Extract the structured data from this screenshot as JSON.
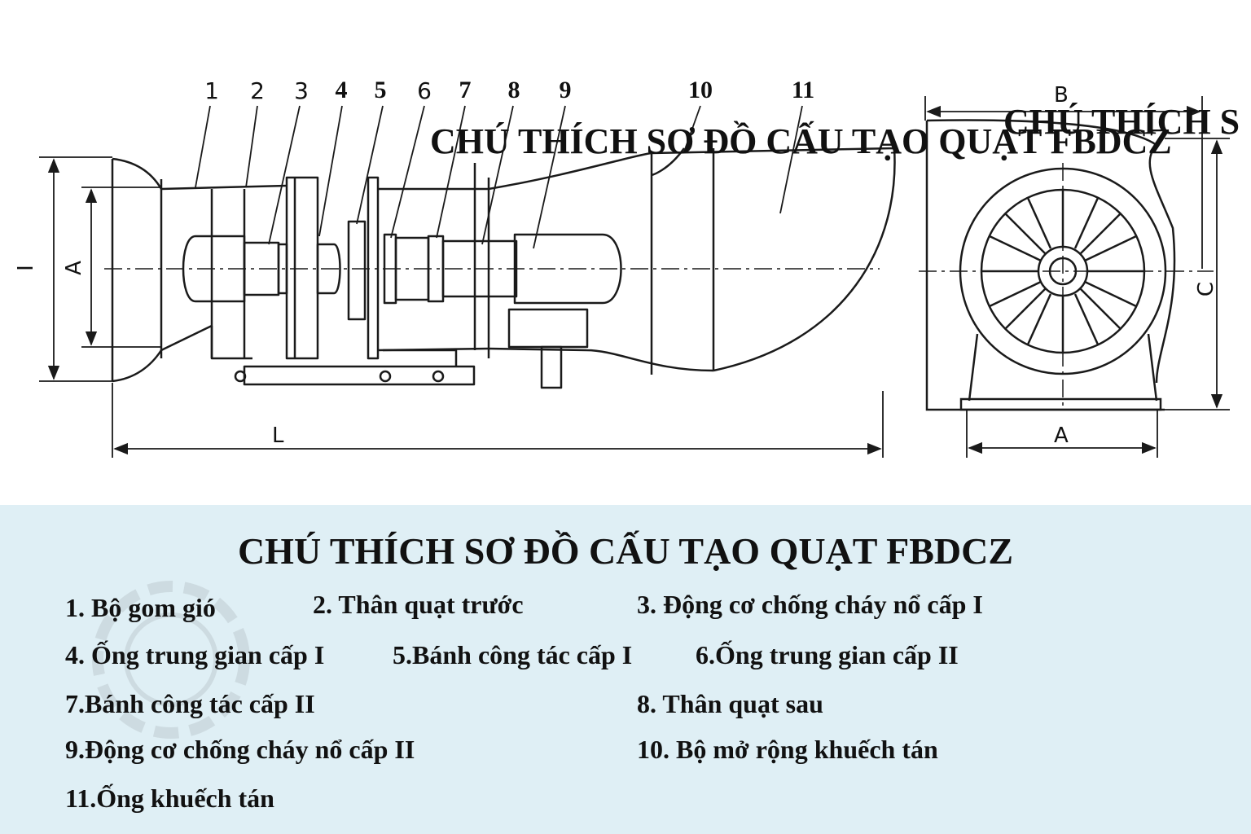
{
  "callouts": [
    {
      "label": "1",
      "style": "light"
    },
    {
      "label": "2",
      "style": "light"
    },
    {
      "label": "3",
      "style": "light"
    },
    {
      "label": "4",
      "style": "bold"
    },
    {
      "label": "5",
      "style": "bold"
    },
    {
      "label": "6",
      "style": "light"
    },
    {
      "label": "7",
      "style": "bold"
    },
    {
      "label": "8",
      "style": "bold"
    },
    {
      "label": "9",
      "style": "bold"
    },
    {
      "label": "10",
      "style": "bold"
    },
    {
      "label": "11",
      "style": "bold"
    }
  ],
  "dimensions": {
    "side": {
      "I": "I",
      "A": "A",
      "L": "L"
    },
    "front": {
      "B": "B",
      "C": "C",
      "A": "A"
    }
  },
  "overlay_titles": {
    "main": "CHÚ THÍCH SƠ ĐỒ CẤU TẠO QUẠT FBDCZ",
    "partial": "CHÚ THÍCH S"
  },
  "legend": {
    "title": "CHÚ THÍCH SƠ ĐỒ CẤU TẠO QUẠT FBDCZ",
    "items": [
      "1. Bộ gom gió",
      "2. Thân quạt trước",
      "3. Động cơ chống cháy nổ cấp I",
      "4. Ống trung gian cấp I",
      "5.Bánh công tác cấp I",
      "6.Ống trung gian cấp II",
      "7.Bánh công tác cấp II",
      "8. Thân quạt sau",
      "9.Động cơ chống cháy nổ cấp II",
      "10.  Bộ mở rộng khuếch tán",
      "11.Ống khuếch tán"
    ]
  },
  "colors": {
    "line": "#1a1a1a",
    "legend_bg": "#dfeff5"
  }
}
